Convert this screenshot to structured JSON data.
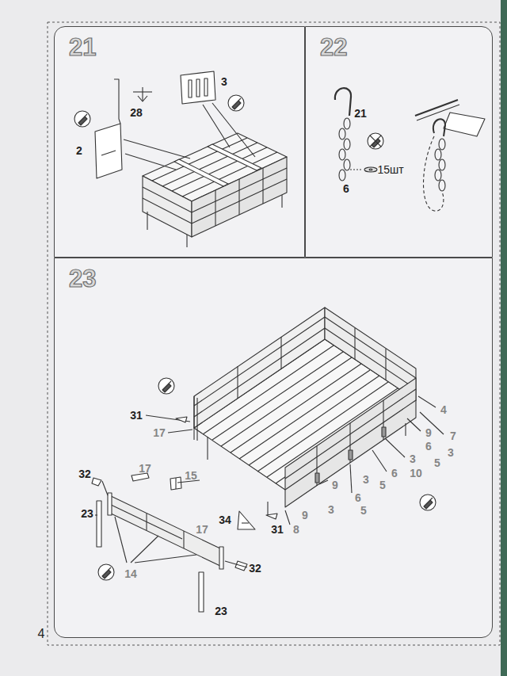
{
  "diagram": {
    "nodes": [
      {
        "text": [
          "21"
        ]
      },
      {
        "text": [
          "22"
        ]
      },
      {
        "text": [
          "23"
        ]
      }
    ],
    "labels": [
      "28",
      "3",
      "2",
      "21",
      "6",
      "15шт",
      "31",
      "17",
      "4",
      "9",
      "7",
      "6",
      "3",
      "5",
      "3",
      "10",
      "6",
      "5",
      "9",
      "3",
      "6",
      "5",
      "3",
      "9",
      "8",
      "34",
      "31",
      "32",
      "17",
      "15",
      "23",
      "14",
      "17",
      "32",
      "23",
      "4"
    ]
  }
}
